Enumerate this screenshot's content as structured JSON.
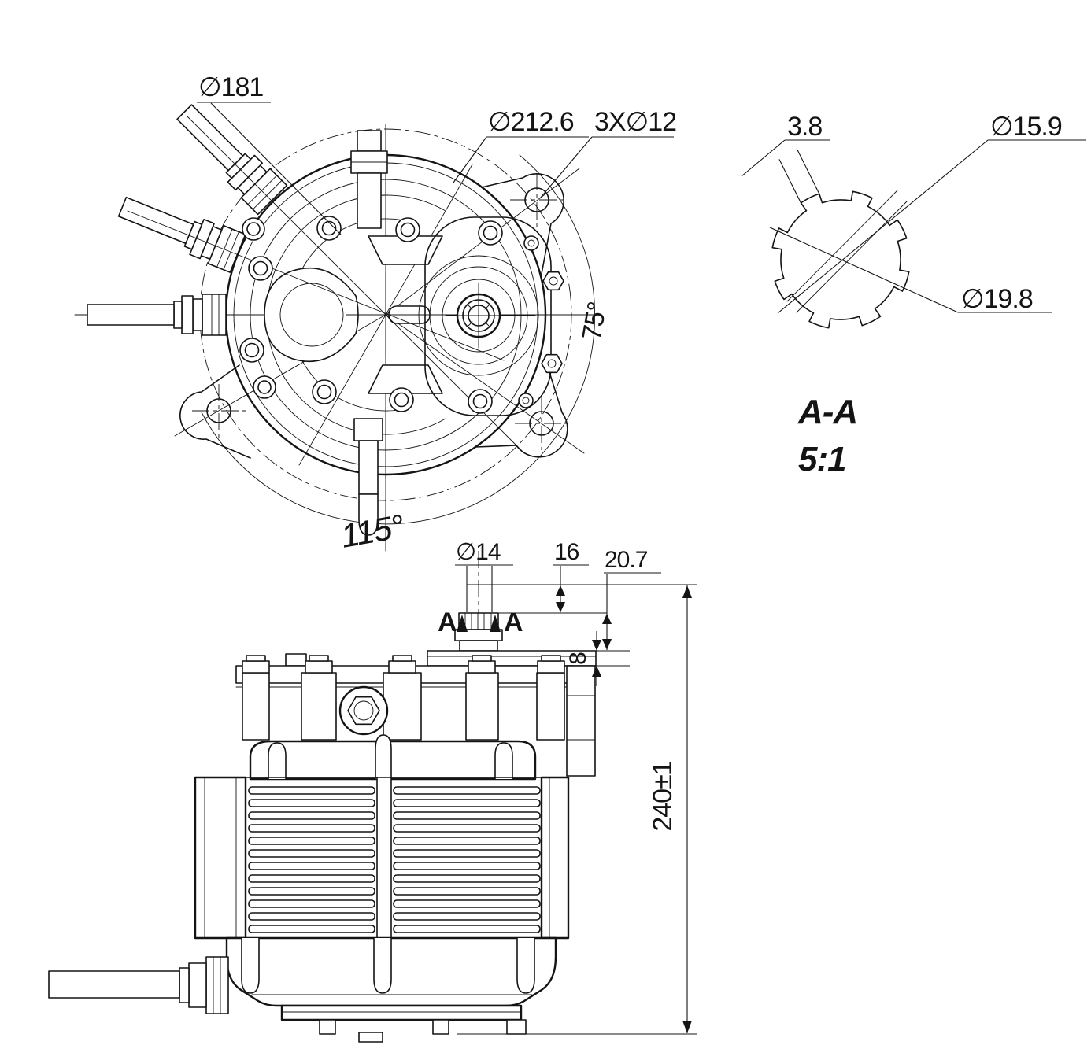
{
  "drawing": {
    "type": "mechanical engineering drawing - mid-drive electric motor",
    "front_view": {
      "dim_bolt_circle": "∅181",
      "dim_outer_circle": "∅212.6",
      "dim_mount_holes": "3X∅12",
      "angle_right": "75°",
      "angle_bottom": "115°"
    },
    "section_view": {
      "title": "A-A",
      "scale": "5:1",
      "dim_tooth_width": "3.8",
      "dim_minor_diameter": "∅15.9",
      "dim_major_diameter": "∅19.8"
    },
    "side_view": {
      "dim_shaft_diameter": "∅14",
      "dim_shaft_step": "16",
      "dim_shaft_total": "20.7",
      "dim_flange_thickness": "8",
      "dim_overall_height": "240±1",
      "section_marker_left": "A",
      "section_marker_right": "A"
    },
    "colors": {
      "line": "#141414",
      "background": "#ffffff"
    }
  }
}
